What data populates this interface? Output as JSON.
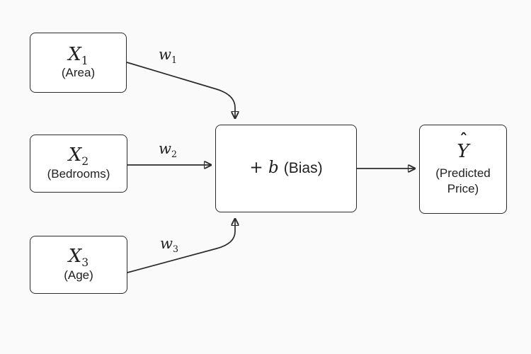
{
  "diagram": {
    "colors": {
      "background": "#fafafa",
      "box_fill": "#ffffff",
      "line": "#2b2b2b",
      "text": "#1f1f1f"
    },
    "inputs": [
      {
        "symbol": "X",
        "sub": "1",
        "label": "(Area)"
      },
      {
        "symbol": "X",
        "sub": "2",
        "label": "(Bedrooms)"
      },
      {
        "symbol": "X",
        "sub": "3",
        "label": "(Age)"
      }
    ],
    "weights": [
      {
        "symbol": "w",
        "sub": "1"
      },
      {
        "symbol": "w",
        "sub": "2"
      },
      {
        "symbol": "w",
        "sub": "3"
      }
    ],
    "bias_node": {
      "operator": "+",
      "symbol": "b",
      "label": "(Bias)"
    },
    "output_node": {
      "hat": "ˆ",
      "symbol": "Y",
      "label": "(Predicted Price)"
    }
  }
}
